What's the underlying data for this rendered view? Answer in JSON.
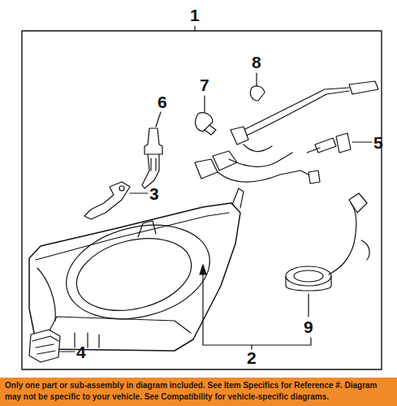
{
  "diagram": {
    "nodes": [
      {
        "text": [
          "Only one part or sub-assembly in diagram included. See Item Specifics for Reference #. Diagram may not be specific to your vehicle. See Compatibility for vehicle-specific diagrams."
        ]
      }
    ],
    "labels": [
      "1",
      "2",
      "3",
      "4",
      "5",
      "6",
      "7",
      "8",
      "9"
    ]
  }
}
